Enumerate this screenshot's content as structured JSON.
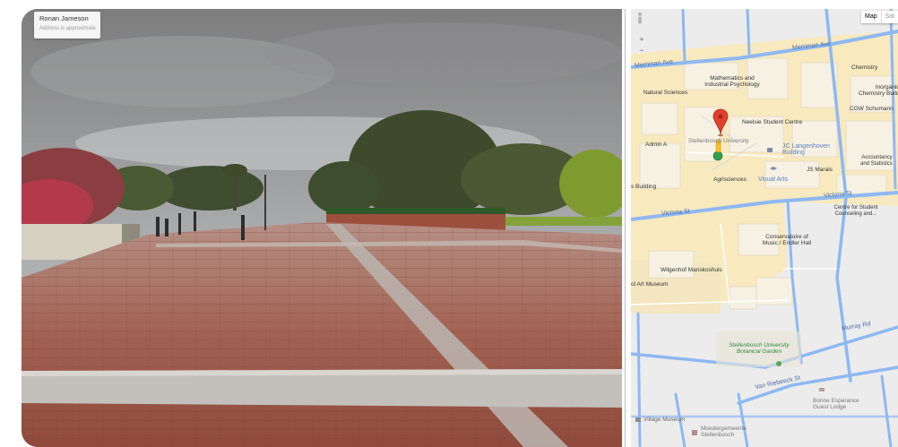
{
  "street_view": {
    "author": "Ronan Jameson",
    "note": "Address is approximate"
  },
  "map": {
    "map_type": {
      "map": "Map",
      "satellite": "Sat"
    },
    "zoom": {
      "in": "+",
      "out": "−"
    },
    "colors": {
      "road": "#8eb8f2",
      "building": "#f6f1e3",
      "block": "#f8e9bf",
      "ground": "#ececec"
    },
    "labels": {
      "merriman1": "Merriman Ave",
      "merriman2": "Merriman Ave",
      "victoria1": "Victoria St",
      "victoria2": "Victoria St",
      "murray": "Murray Rd",
      "vanriebeeck": "Van Riebeeck St",
      "math": "Mathematics and\nIndustrial Psychology",
      "natsci": "Natural Sciences",
      "chemistry": "Chemistry",
      "inorganic": "Inorganic\nChemistry Build",
      "cgw": "CGW Schumann",
      "neelsie": "Neelsie Student Centre",
      "stellenbosch": "Stellenbosch University",
      "jc": "JC Langenhoven\nBuilding",
      "admin": "Admin A",
      "jsmarais": "JS Marais",
      "accountancy": "Accountancy\nand Statistics",
      "agri": "Agrisciences",
      "visual": "Visual Arts",
      "sbuilding": "s Building",
      "centre": "Centre for Student\nCounseling and...",
      "conservatoire": "Conservatoire of\nMusic / Endler Hall",
      "wilgenhof": "Wilgenhof Manskoshuis",
      "artmuseum": "ol Art Museum",
      "garden": "Stellenbosch University\nBotanical Garden",
      "bonne": "Bonne Esperance\nGuest Lodge",
      "village": "Village Museum",
      "moeder": "Moedergemeente\nStellenbosch"
    }
  }
}
